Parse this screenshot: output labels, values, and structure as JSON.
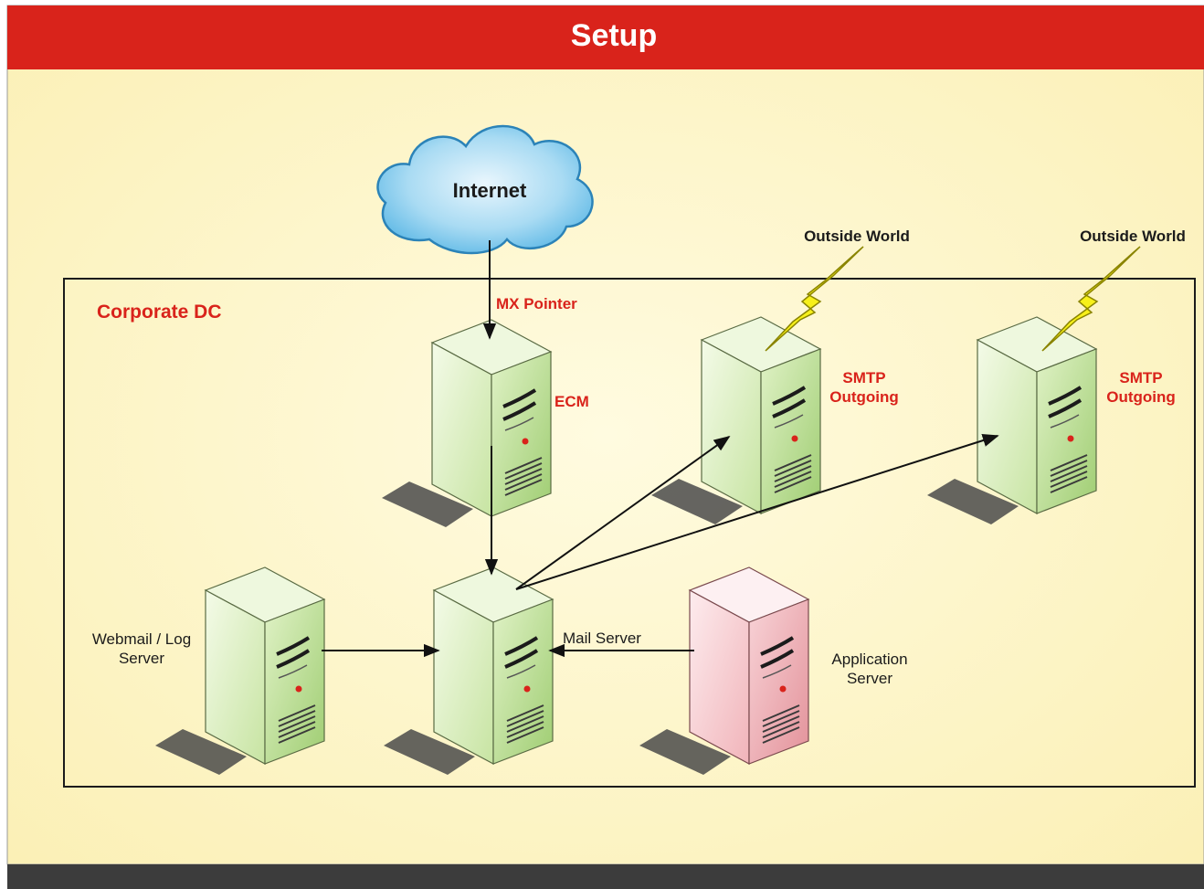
{
  "title": "Setup",
  "region_label": "Corporate DC",
  "cloud_label": "Internet",
  "mx_label": "MX Pointer",
  "outside_world_left": "Outside World",
  "outside_world_right": "Outside World",
  "nodes": {
    "ecm": "ECM",
    "smtp1_line1": "SMTP",
    "smtp1_line2": "Outgoing",
    "smtp2_line1": "SMTP",
    "smtp2_line2": "Outgoing",
    "webmail_line1": "Webmail / Log",
    "webmail_line2": "Server",
    "mail_server": "Mail Server",
    "app_line1": "Application",
    "app_line2": "Server"
  },
  "colors": {
    "header": "#d9231b",
    "background": "#fdf5c4",
    "accent_text": "#d9231b",
    "server_green": "#c8e6a0",
    "server_pink": "#f4bcc0",
    "lightning": "#f7f01a",
    "footer": "#3c3c3c"
  }
}
